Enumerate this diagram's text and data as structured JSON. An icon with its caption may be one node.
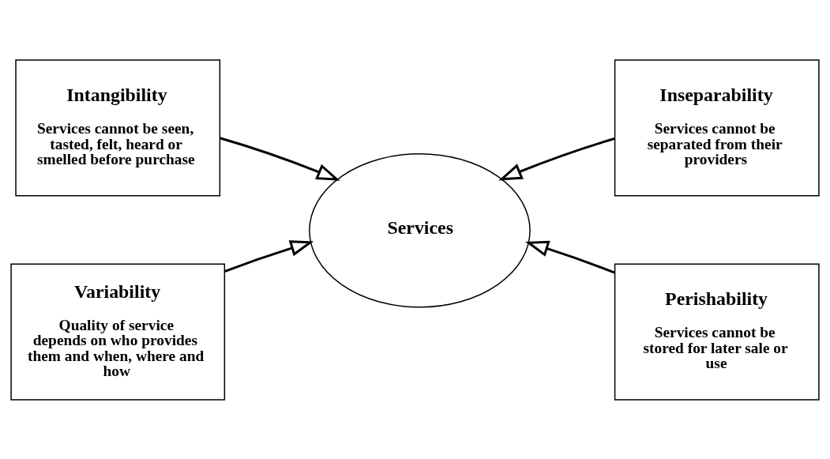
{
  "diagram": {
    "nodes": [
      {
        "text": [
          "Intangibility",
          "Services cannot be seen, tasted, felt, heard or smelled before purchase"
        ]
      },
      {
        "text": [
          "Inseparability",
          "Services cannot be separated from their providers"
        ]
      },
      {
        "text": [
          "Services"
        ]
      },
      {
        "text": [
          "Variability",
          "Quality of service depends on who provides them and when, where and how"
        ]
      },
      {
        "text": [
          "Perishability",
          "Services cannot be stored for later sale or use"
        ]
      }
    ],
    "edges": [
      {
        "from": 0,
        "to": 2,
        "arrow": "to"
      },
      {
        "from": 1,
        "to": 2,
        "arrow": "to"
      },
      {
        "from": 3,
        "to": 2,
        "arrow": "to"
      },
      {
        "from": 4,
        "to": 2,
        "arrow": "to"
      }
    ]
  }
}
